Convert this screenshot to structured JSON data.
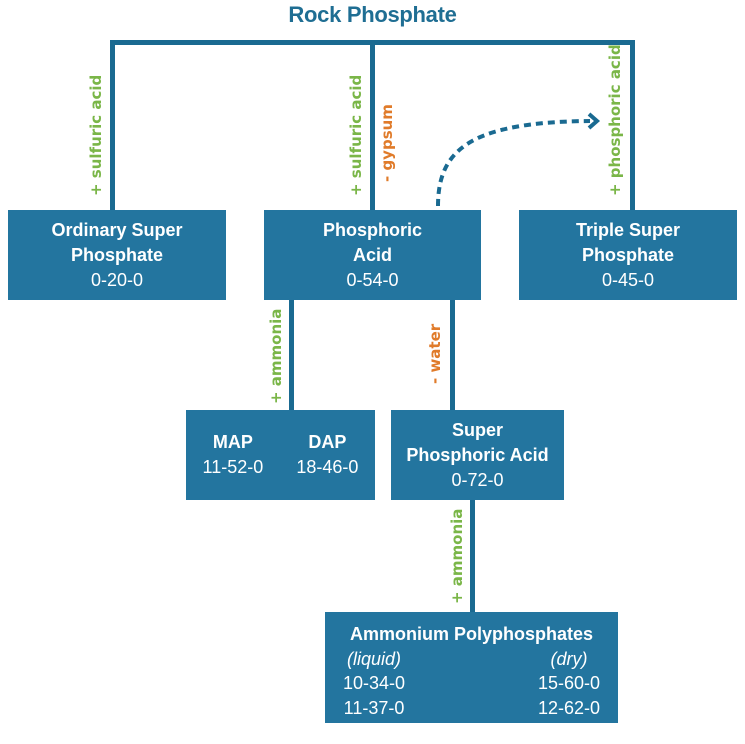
{
  "title": "Rock Phosphate",
  "colors": {
    "box": "#23759f",
    "line": "#1a6a91",
    "add": "#7ab648",
    "remove": "#e07b2a"
  },
  "edges": {
    "to_osp": "+ sulfuric acid",
    "to_pa_add": "+ sulfuric acid",
    "to_pa_remove": "- gypsum",
    "to_tsp": "+ phosphoric acid",
    "to_map_dap": "+ ammonia",
    "to_spa": "- water",
    "to_app": "+ ammonia"
  },
  "nodes": {
    "osp": {
      "name_line1": "Ordinary Super",
      "name_line2": "Phosphate",
      "npk": "0-20-0"
    },
    "pa": {
      "name_line1": "Phosphoric",
      "name_line2": "Acid",
      "npk": "0-54-0"
    },
    "tsp": {
      "name_line1": "Triple Super",
      "name_line2": "Phosphate",
      "npk": "0-45-0"
    },
    "map": {
      "name": "MAP",
      "npk": "11-52-0"
    },
    "dap": {
      "name": "DAP",
      "npk": "18-46-0"
    },
    "spa": {
      "name_line1": "Super",
      "name_line2": "Phosphoric Acid",
      "npk": "0-72-0"
    },
    "app": {
      "name": "Ammonium Polyphosphates",
      "liquid_label": "(liquid)",
      "dry_label": "(dry)",
      "liquid_grades": [
        "10-34-0",
        "11-37-0"
      ],
      "dry_grades": [
        "15-60-0",
        "12-62-0"
      ]
    }
  }
}
